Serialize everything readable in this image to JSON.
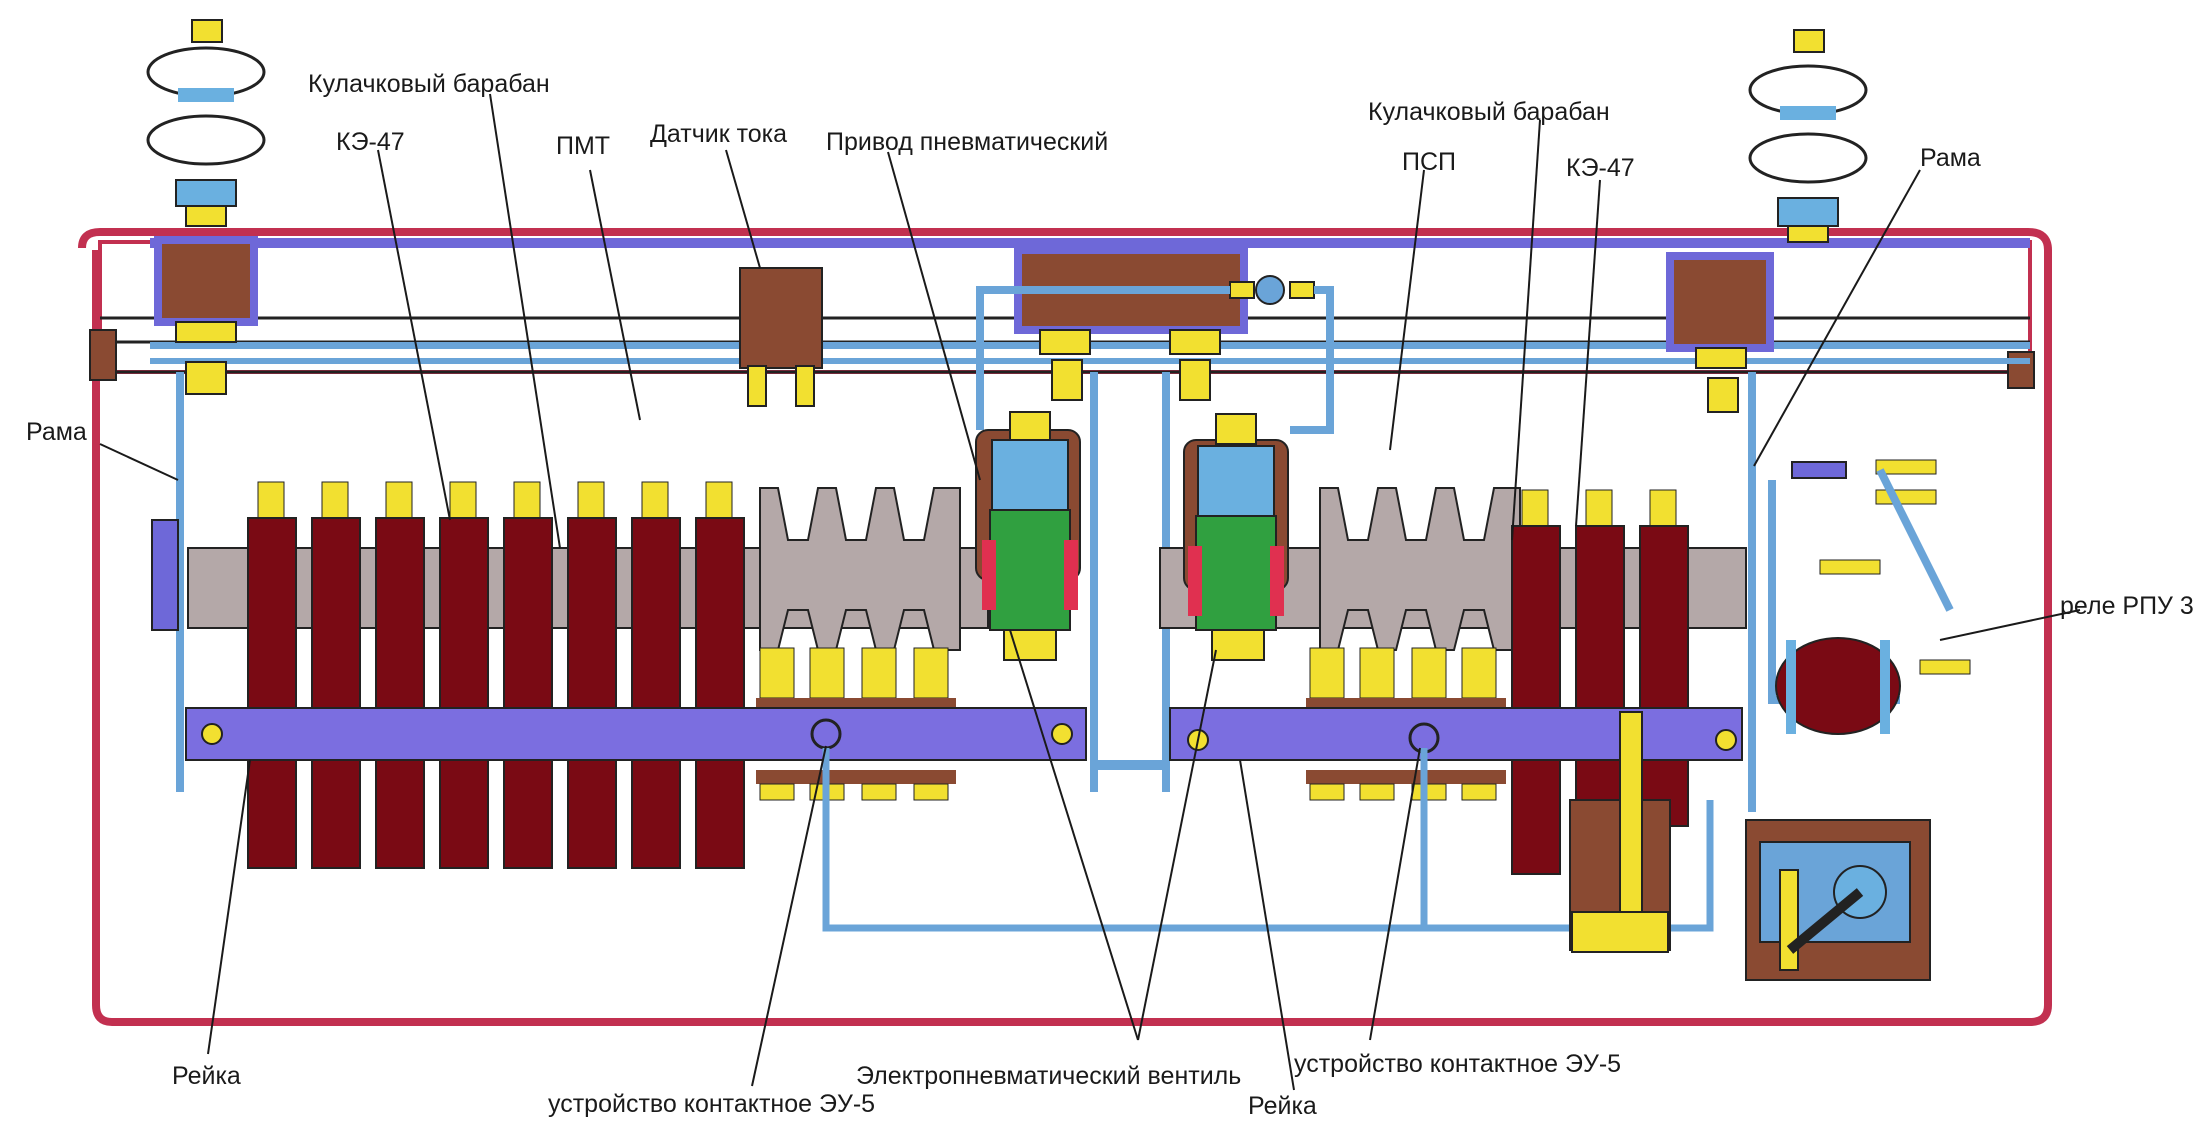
{
  "labels": {
    "cam_drum_left": "Кулачковый барабан",
    "ke47_left": "КЭ-47",
    "pmt": "ПМТ",
    "current_sensor": "Датчик тока",
    "pneumatic_drive": "Привод пневматический",
    "cam_drum_right": "Кулачковый барабан",
    "psp": "ПСП",
    "ke47_right": "КЭ-47",
    "frame_right": "Рама",
    "frame_left": "Рама",
    "relay": "реле РПУ 3",
    "rail_left": "Рейка",
    "contact_device_left": "устройство контактное ЭУ-5",
    "ep_valve": "Электропневматический вентиль",
    "contact_device_right": "устройство контактное ЭУ-5",
    "rail_right": "Рейка"
  },
  "colors": {
    "frame": "#c23050",
    "blue_line": "#6aa4d8",
    "rail": "#7b6ee0",
    "contact": "#7a0a14",
    "yellow": "#f2e030",
    "drum": "#b4a8a8",
    "brown": "#8a4a32",
    "green": "#30a040",
    "insulator": "#6ab0e0"
  }
}
